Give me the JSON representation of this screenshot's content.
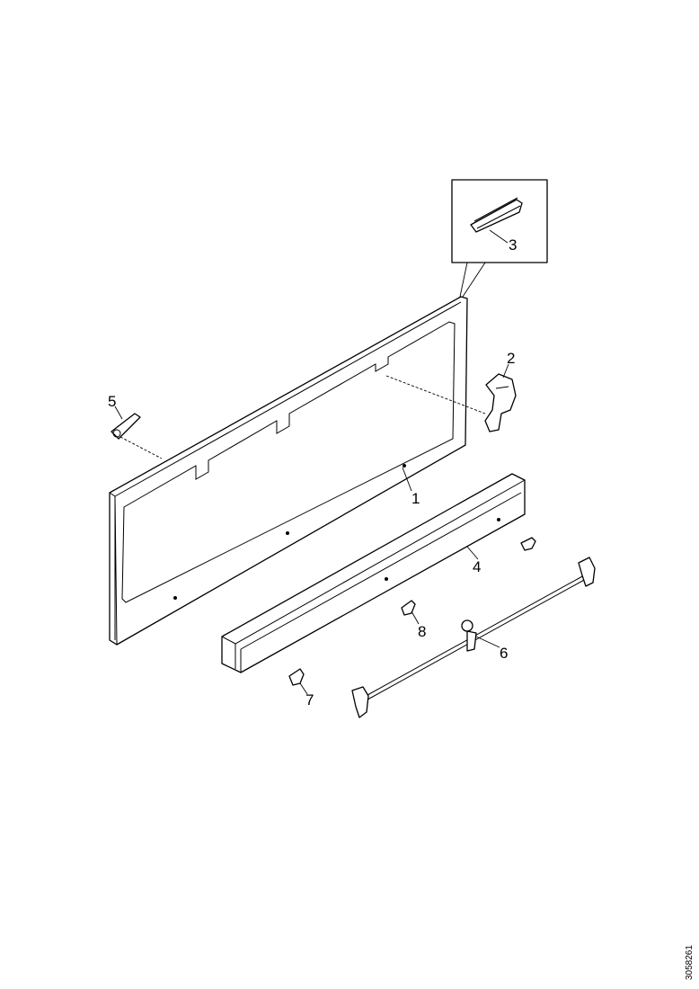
{
  "diagram": {
    "callouts": {
      "c1": "1",
      "c2": "2",
      "c3": "3",
      "c4": "4",
      "c5": "5",
      "c6": "6",
      "c7": "7",
      "c8": "8"
    },
    "document_number": "3058261"
  }
}
